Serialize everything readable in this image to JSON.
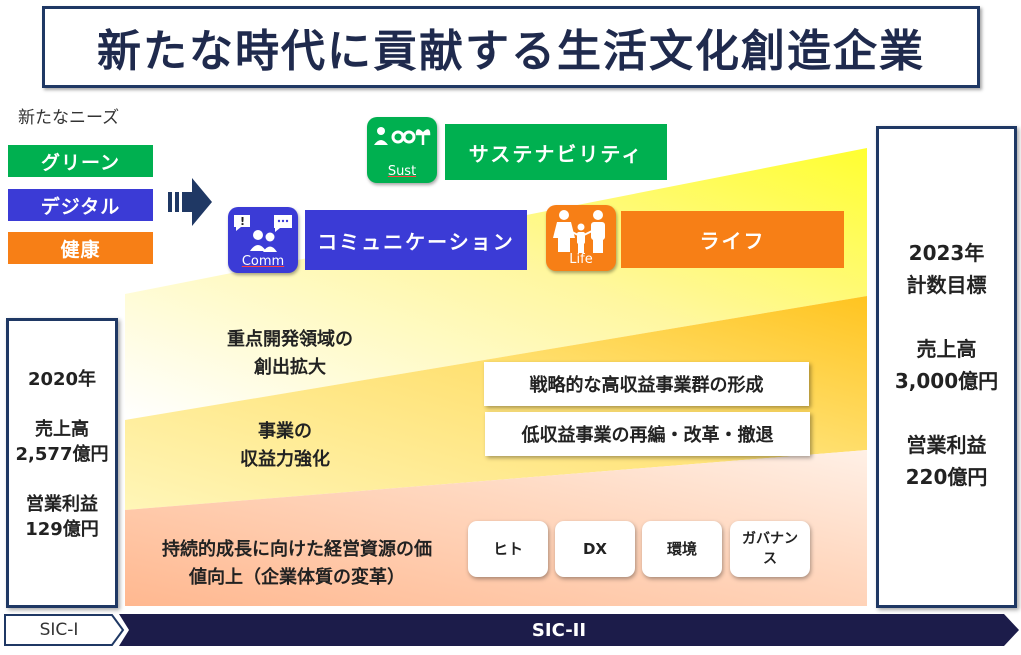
{
  "title": "新たな時代に貢献する生活文化創造企業",
  "needs": {
    "label": "新たなニーズ",
    "items": [
      "グリーン",
      "デジタル",
      "健康"
    ]
  },
  "themes": {
    "sustainability": {
      "icon_label": "Sust",
      "bar_label": "サステナビリティ"
    },
    "communication": {
      "icon_label": "Comm",
      "bar_label": "コミュニケーション"
    },
    "life": {
      "icon_label": "Life",
      "bar_label": "ライフ"
    }
  },
  "bands": {
    "band1": {
      "line1": "重点開発領域の",
      "line2": "創出拡大"
    },
    "band2": {
      "line1": "事業の",
      "line2": "収益力強化"
    },
    "band3": {
      "line1": "持続的成長に向けた経営資源の価",
      "line2": "値向上（企業体質の変革）"
    }
  },
  "strategies": [
    "戦略的な高収益事業群の形成",
    "低収益事業の再編・改革・撤退"
  ],
  "resources": [
    "ヒト",
    "DX",
    "環境",
    "ガバナンス"
  ],
  "box_2020": {
    "year": "2020年",
    "sales_label": "売上高",
    "sales_value": "2,577億円",
    "profit_label": "営業利益",
    "profit_value": "129億円"
  },
  "box_2023": {
    "year": "2023年",
    "target_label": "計数目標",
    "sales_label": "売上高",
    "sales_value": "3,000億円",
    "profit_label": "営業利益",
    "profit_value": "220億円"
  },
  "timeline": {
    "phase1": "SIC-I",
    "phase2": "SIC-II"
  },
  "colors": {
    "navy": "#1f3864",
    "green": "#00b050",
    "blue": "#3b3bd6",
    "orange": "#f77f16",
    "timeline_dark": "#1c1c4a"
  }
}
